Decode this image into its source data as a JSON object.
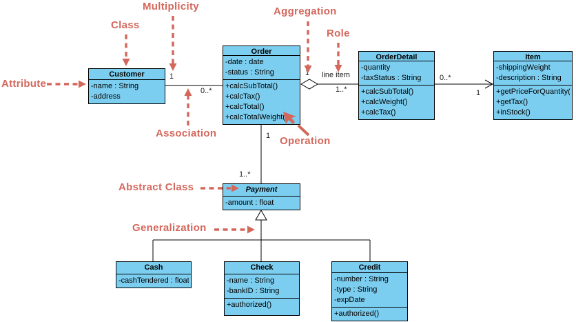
{
  "diagram": {
    "type": "uml-class-diagram",
    "classes": [
      {
        "name": "Customer",
        "abstract": false,
        "attributes": [
          "-name : String",
          "-address"
        ],
        "operations": []
      },
      {
        "name": "Order",
        "abstract": false,
        "attributes": [
          "-date : date",
          "-status : String"
        ],
        "operations": [
          "+calcSubTotal()",
          "+calcTax()",
          "+calcTotal()",
          "+calcTotalWeight()"
        ]
      },
      {
        "name": "OrderDetail",
        "abstract": false,
        "attributes": [
          "-quantity",
          "-taxStatus : String"
        ],
        "operations": [
          "+calcSubTotal()",
          "+calcWeight()",
          "+calcTax()"
        ]
      },
      {
        "name": "Item",
        "abstract": false,
        "attributes": [
          "-shippingWeight",
          "-description : String"
        ],
        "operations": [
          "+getPriceForQuantity()",
          "+getTax()",
          "+inStock()"
        ]
      },
      {
        "name": "Payment",
        "abstract": true,
        "attributes": [
          "-amount : float"
        ],
        "operations": []
      },
      {
        "name": "Cash",
        "abstract": false,
        "attributes": [
          "-cashTendered : float"
        ],
        "operations": []
      },
      {
        "name": "Check",
        "abstract": false,
        "attributes": [
          "-name : String",
          "-bankID : String"
        ],
        "operations": [
          "+authorized()"
        ]
      },
      {
        "name": "Credit",
        "abstract": false,
        "attributes": [
          "-number : String",
          "-type : String",
          "-expDate"
        ],
        "operations": [
          "+authorized()"
        ]
      }
    ],
    "edge_labels": [
      {
        "text": "1"
      },
      {
        "text": "0..*"
      },
      {
        "text": "1"
      },
      {
        "text": "line item"
      },
      {
        "text": "1..*"
      },
      {
        "text": "0..*"
      },
      {
        "text": "1"
      },
      {
        "text": "1"
      },
      {
        "text": "1..*"
      }
    ],
    "annotations": [
      {
        "text": "Multiplicity"
      },
      {
        "text": "Class"
      },
      {
        "text": "Aggregation"
      },
      {
        "text": "Role"
      },
      {
        "text": "Attribute"
      },
      {
        "text": "Association"
      },
      {
        "text": "Operation"
      },
      {
        "text": "Abstract Class"
      },
      {
        "text": "Generalization"
      }
    ],
    "relationships": [
      {
        "from": "Customer",
        "to": "Order",
        "type": "association",
        "from_end": "1",
        "to_end": "0..*"
      },
      {
        "from": "Order",
        "to": "OrderDetail",
        "type": "aggregation",
        "from_end": "1",
        "to_end": "1..*",
        "role": "line item"
      },
      {
        "from": "OrderDetail",
        "to": "Item",
        "type": "directed-association",
        "from_end": "0..*",
        "to_end": "1"
      },
      {
        "from": "Order",
        "to": "Payment",
        "type": "association",
        "from_end": "1",
        "to_end": "1..*"
      },
      {
        "from": "Cash",
        "to": "Payment",
        "type": "generalization"
      },
      {
        "from": "Check",
        "to": "Payment",
        "type": "generalization"
      },
      {
        "from": "Credit",
        "to": "Payment",
        "type": "generalization"
      }
    ],
    "colors": {
      "class_fill": "#7CCEF0",
      "class_border": "#000000",
      "connector": "#000000",
      "annotation_red": "#D4675C",
      "background": "#FFFFFF"
    }
  }
}
